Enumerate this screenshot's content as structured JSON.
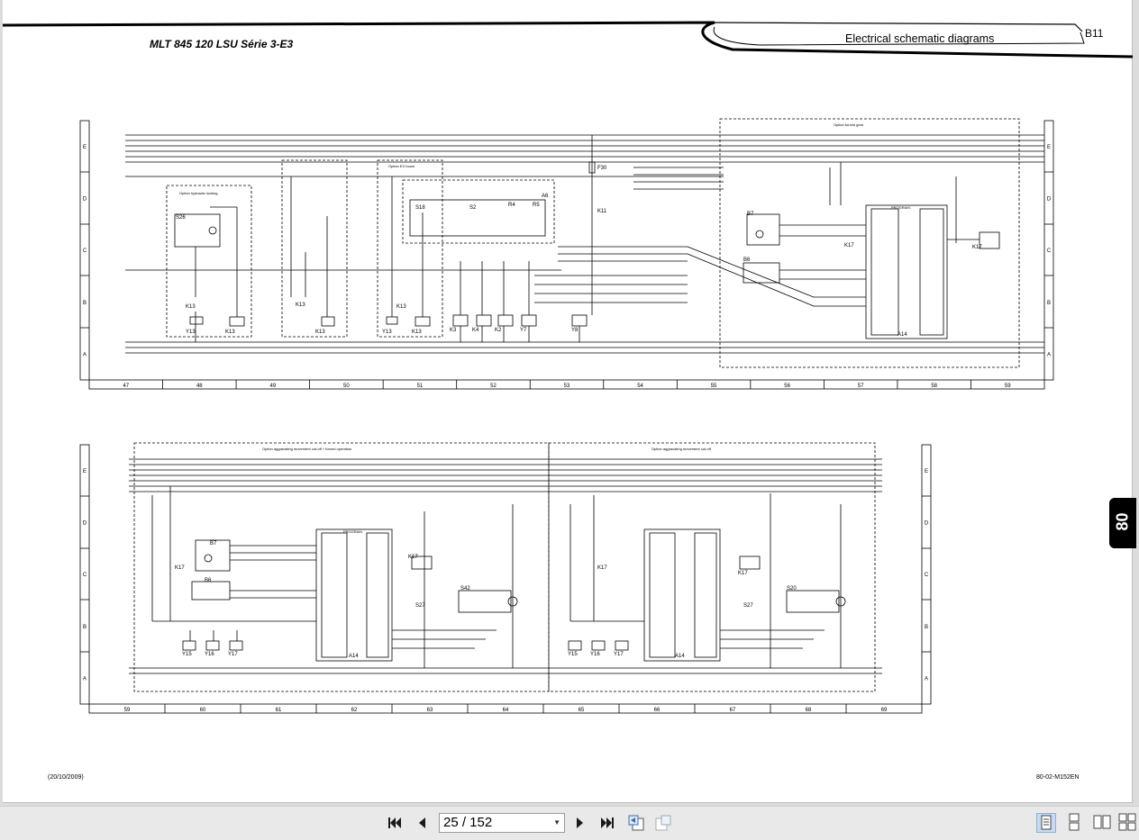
{
  "document": {
    "title": "MLT 845 120 LSU Série 3-E3",
    "section": "Electrical schematic diagrams",
    "page_code": "B11",
    "date": "(20/10/2009)",
    "reference": "80-02-M152EN",
    "chapter": "80"
  },
  "diagram_top": {
    "row_labels": [
      "E",
      "D",
      "C",
      "B",
      "A"
    ],
    "column_labels": [
      "47",
      "48",
      "49",
      "50",
      "51",
      "52",
      "53",
      "54",
      "55",
      "56",
      "57",
      "58",
      "59"
    ],
    "option_boxes": [
      "Option hydraulic locking",
      "Option EV boom",
      "Option forced gear"
    ],
    "components": [
      "S26",
      "K13",
      "Y13",
      "K13",
      "K13",
      "K13",
      "S18",
      "K13",
      "Y13",
      "K13",
      "A6",
      "S2",
      "R4",
      "R5",
      "F30",
      "K11",
      "K3",
      "K4",
      "K2",
      "Y7",
      "Y8",
      "B7",
      "B6",
      "K17",
      "K17",
      "A14",
      "PROGRAM."
    ]
  },
  "diagram_bottom": {
    "row_labels": [
      "E",
      "D",
      "C",
      "B",
      "A"
    ],
    "column_labels": [
      "59",
      "60",
      "61",
      "62",
      "63",
      "64",
      "65",
      "66",
      "67",
      "68",
      "69"
    ],
    "option_boxes": [
      "Option aggravating movement cut-off + forced operation",
      "Option aggravating movement cut-off"
    ],
    "components": [
      "B7",
      "B6",
      "K17",
      "A14",
      "PROGRAM.",
      "K17",
      "S42",
      "S27",
      "Y15",
      "Y16",
      "Y17",
      "K17",
      "A14",
      "K17",
      "S27",
      "S20",
      "Y15",
      "Y16",
      "Y17"
    ]
  },
  "toolbar": {
    "page_display": "25 / 152",
    "icons": [
      "first-page-icon",
      "prev-page-icon",
      "next-page-icon",
      "last-page-icon",
      "go-back-icon",
      "go-forward-icon",
      "single-page-view-icon",
      "continuous-view-icon",
      "two-page-view-icon",
      "two-page-continuous-view-icon"
    ]
  },
  "colors": {
    "ink": "#000000",
    "page": "#ffffff",
    "toolbar": "#e9e9e9",
    "tab": "#000000"
  }
}
